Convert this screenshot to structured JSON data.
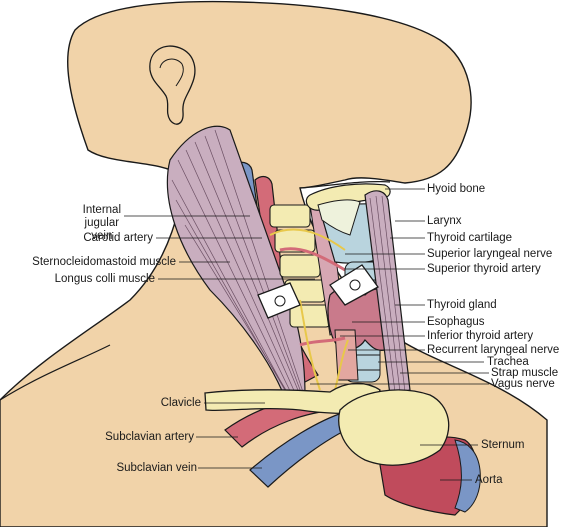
{
  "colors": {
    "skin": "#f1d3a9",
    "muscle": "#c9aebf",
    "vein": "#7a96c6",
    "artery": "#d36b78",
    "bone": "#f3ebb2",
    "gland": "#c97a8b",
    "trachea": "#b9d4de",
    "nerve": "#e8c84a",
    "outline": "#1a1a1a"
  },
  "labels": {
    "internal_jugular_vein": "Internal\njugular\nvein",
    "carotid_artery": "Carotid artery",
    "sternocleidomastoid_muscle": "Sternocleidomastoid muscle",
    "longus_colli_muscle": "Longus colli muscle",
    "clavicle": "Clavicle",
    "subclavian_artery": "Subclavian artery",
    "subclavian_vein": "Subclavian vein",
    "hyoid_bone": "Hyoid bone",
    "larynx": "Larynx",
    "thyroid_cartilage": "Thyroid cartilage",
    "superior_laryngeal_nerve": "Superior laryngeal nerve",
    "superior_thyroid_artery": "Superior thyroid artery",
    "thyroid_gland": "Thyroid gland",
    "esophagus": "Esophagus",
    "inferior_thyroid_artery": "Inferior thyroid artery",
    "recurrent_laryngeal_nerve": "Recurrent laryngeal nerve",
    "trachea": "Trachea",
    "strap_muscle": "Strap muscle",
    "vagus_nerve": "Vagus nerve",
    "sternum": "Sternum",
    "aorta": "Aorta"
  }
}
